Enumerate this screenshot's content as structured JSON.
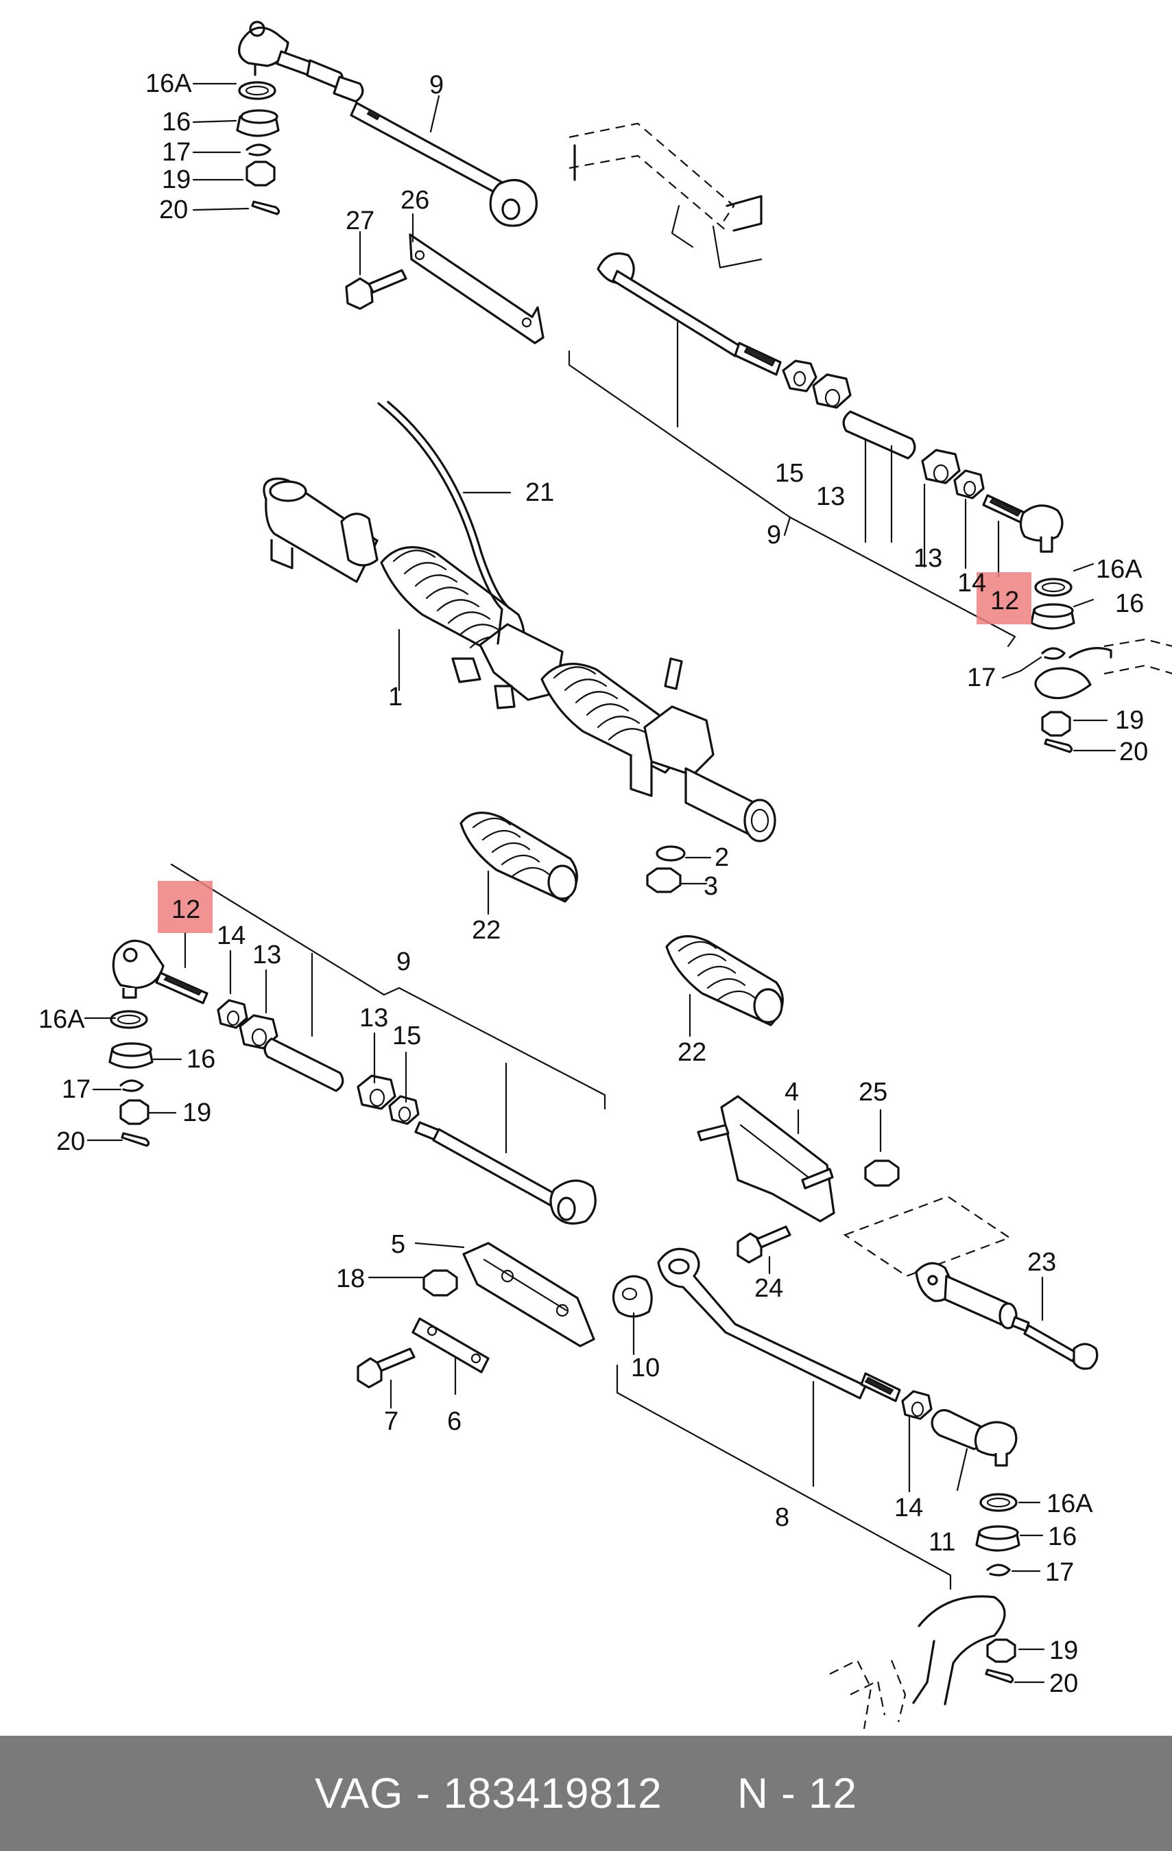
{
  "footer": {
    "brand": "VAG",
    "separator1": " - ",
    "part_number": "183419812",
    "gap": "      ",
    "callout_prefix": "N",
    "separator2": " - ",
    "callout_number": "12"
  },
  "colors": {
    "background": "#ffffff",
    "footer_bg": "#7a7a7a",
    "footer_text": "#ffffff",
    "highlight": "#f08080",
    "ink": "#111111"
  },
  "labels": {
    "l9_top": "9",
    "l16A_tl": "16A",
    "l16_tl": "16",
    "l17_tl": "17",
    "l19_tl": "19",
    "l20_tl": "20",
    "l27": "27",
    "l26": "26",
    "l21": "21",
    "l1": "1",
    "l15_r": "15",
    "l13_r1": "13",
    "l13_r2": "13",
    "l14_r": "14",
    "l12_r": "12",
    "l9_r": "9",
    "l16A_r": "16A",
    "l16_r": "16",
    "l17_r": "17",
    "l19_r": "19",
    "l20_r": "20",
    "l2": "2",
    "l3": "3",
    "l22_a": "22",
    "l22_b": "22",
    "l12_l": "12",
    "l14_l": "14",
    "l13_l1": "13",
    "l9_l": "9",
    "l16A_l": "16A",
    "l16_l": "16",
    "l17_l": "17",
    "l19_l": "19",
    "l20_l": "20",
    "l13_l2": "13",
    "l15_l": "15",
    "l4": "4",
    "l25": "25",
    "l5": "5",
    "l18": "18",
    "l7": "7",
    "l6": "6",
    "l24": "24",
    "l23": "23",
    "l10": "10",
    "l8": "8",
    "l14_b": "14",
    "l11": "11",
    "l16A_b": "16A",
    "l16_b": "16",
    "l17_b": "17",
    "l19_b": "19",
    "l20_b": "20"
  }
}
